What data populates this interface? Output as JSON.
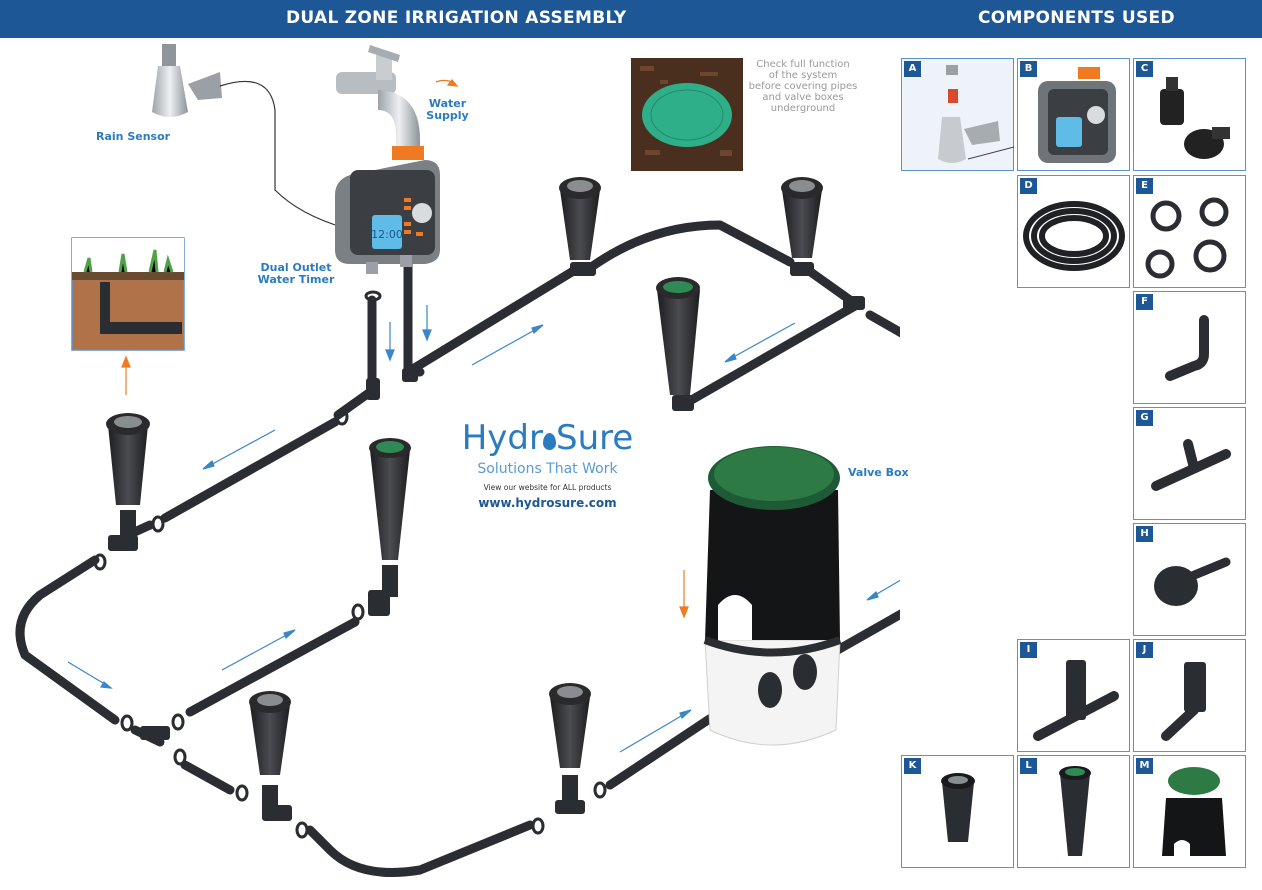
{
  "header": {
    "title": "DUAL ZONE IRRIGATION ASSEMBLY",
    "components_title": "COMPONENTS USED",
    "color": "#1d5796"
  },
  "labels": {
    "rain_sensor": "Rain Sensor",
    "water_supply": "Water Supply",
    "timer_line1": "Dual Outlet",
    "timer_line2": "Water Timer",
    "valve_box": "Valve Box"
  },
  "note": {
    "line1": "Check full function",
    "line2": "of the system",
    "line3": "before covering pipes",
    "line4": "and valve boxes",
    "line5": "underground"
  },
  "timer_display": "12:00",
  "brand": {
    "name_part1": "Hydr",
    "name_part2": "Sure",
    "tagline": "Solutions That Work",
    "visit": "View our website for ALL products",
    "url": "www.hydrosure.com",
    "color": "#2b7bc0"
  },
  "components": [
    {
      "tag": "A",
      "icon": "rain-sensor-icon"
    },
    {
      "tag": "B",
      "icon": "water-timer-icon"
    },
    {
      "tag": "C",
      "icon": "tap-connector-icon"
    },
    {
      "tag": "D",
      "icon": "pipe-coil-icon"
    },
    {
      "tag": "E",
      "icon": "pipe-clamp-icon"
    },
    {
      "tag": "F",
      "icon": "elbow-connector-icon"
    },
    {
      "tag": "G",
      "icon": "tee-connector-icon"
    },
    {
      "tag": "H",
      "icon": "end-cap-icon"
    },
    {
      "tag": "I",
      "icon": "threaded-tee-icon"
    },
    {
      "tag": "J",
      "icon": "threaded-elbow-icon"
    },
    {
      "tag": "K",
      "icon": "pop-up-sprinkler-icon"
    },
    {
      "tag": "L",
      "icon": "rotor-sprinkler-icon"
    },
    {
      "tag": "M",
      "icon": "valve-box-icon"
    }
  ],
  "colors": {
    "pipe": "#2a2d31",
    "sprinkler_green": "#2f8a55",
    "accent_orange": "#f07a22",
    "arrow_blue": "#3a86c8",
    "valve_lid": "#2d7a44"
  }
}
